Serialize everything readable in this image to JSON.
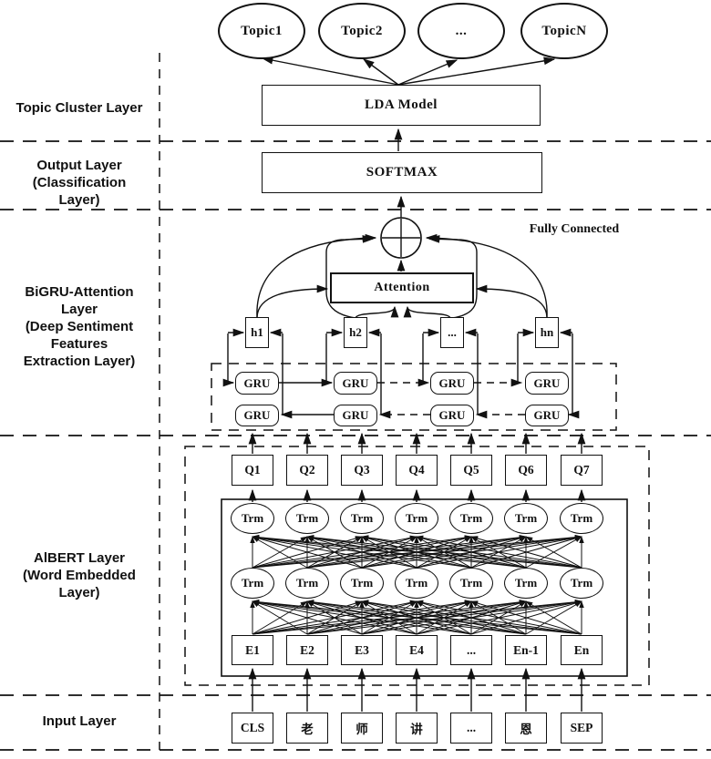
{
  "layer_labels": {
    "topic_cluster": "Topic Cluster Layer",
    "output": "Output Layer\n(Classification\nLayer)",
    "bigru": "BiGRU-Attention\nLayer\n(Deep Sentiment\nFeatures\nExtraction Layer)",
    "albert": "AlBERT Layer\n(Word Embedded\nLayer)",
    "input": "Input Layer"
  },
  "topics": [
    "Topic1",
    "Topic2",
    "...",
    "TopicN"
  ],
  "boxes": {
    "lda": "LDA Model",
    "softmax": "SOFTMAX",
    "attention": "Attention"
  },
  "fully_connected_label": "Fully Connected",
  "hidden_states": [
    "h1",
    "h2",
    "...",
    "hn"
  ],
  "gru_label": "GRU",
  "query_vectors": [
    "Q1",
    "Q2",
    "Q3",
    "Q4",
    "Q5",
    "Q6",
    "Q7"
  ],
  "transformer_label": "Trm",
  "embeddings": [
    "E1",
    "E2",
    "E3",
    "E4",
    "...",
    "En-1",
    "En"
  ],
  "input_tokens": [
    "CLS",
    "老",
    "师",
    "讲",
    "...",
    "恩",
    "SEP"
  ],
  "colors": {
    "stroke": "#111111",
    "background": "#ffffff"
  }
}
